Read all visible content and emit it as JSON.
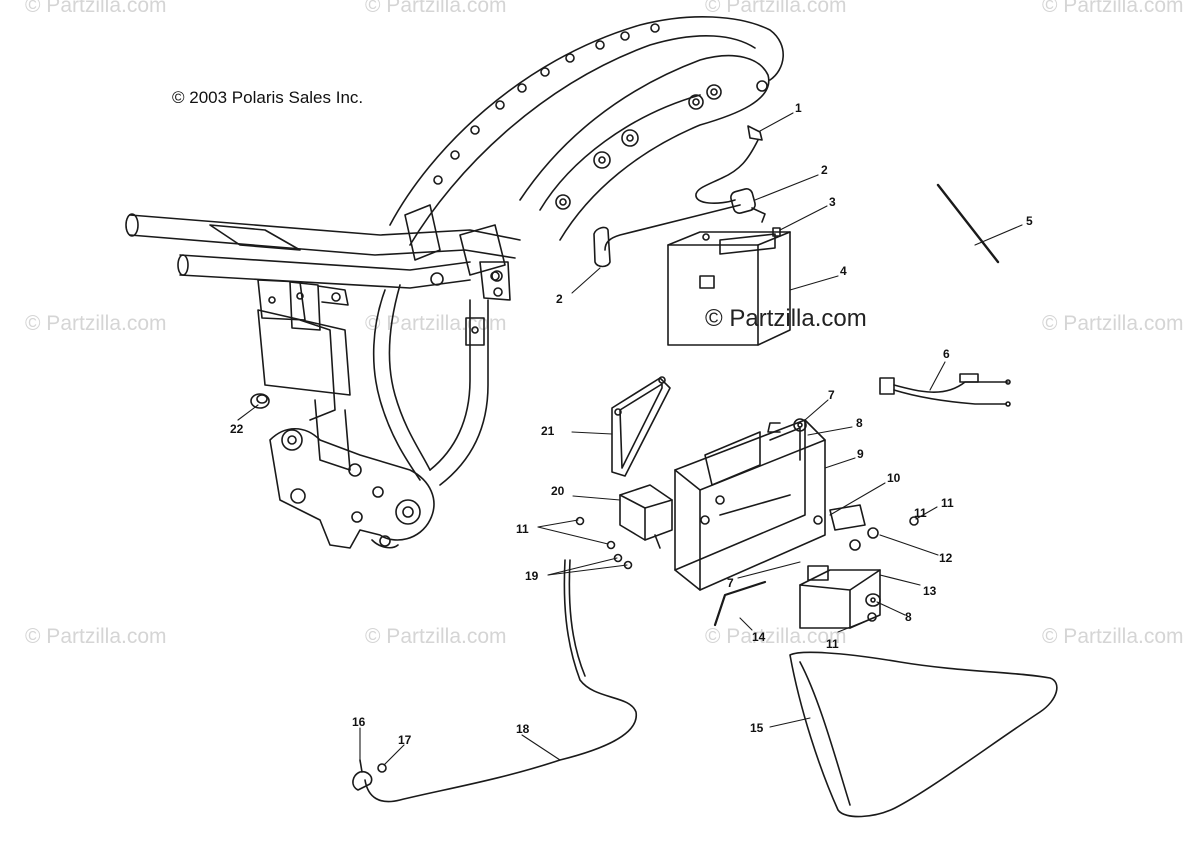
{
  "copyright": "© 2003 Polaris Sales Inc.",
  "watermark": "© Partzilla.com",
  "callouts": [
    "1",
    "2",
    "2",
    "3",
    "4",
    "5",
    "6",
    "7",
    "7",
    "8",
    "8",
    "9",
    "10",
    "11",
    "11",
    "11",
    "11",
    "12",
    "13",
    "14",
    "15",
    "16",
    "17",
    "18",
    "19",
    "20",
    "21",
    "22"
  ],
  "colors": {
    "line": "#1a1a1a",
    "watermark": "#d5d5d5",
    "background": "#ffffff"
  }
}
